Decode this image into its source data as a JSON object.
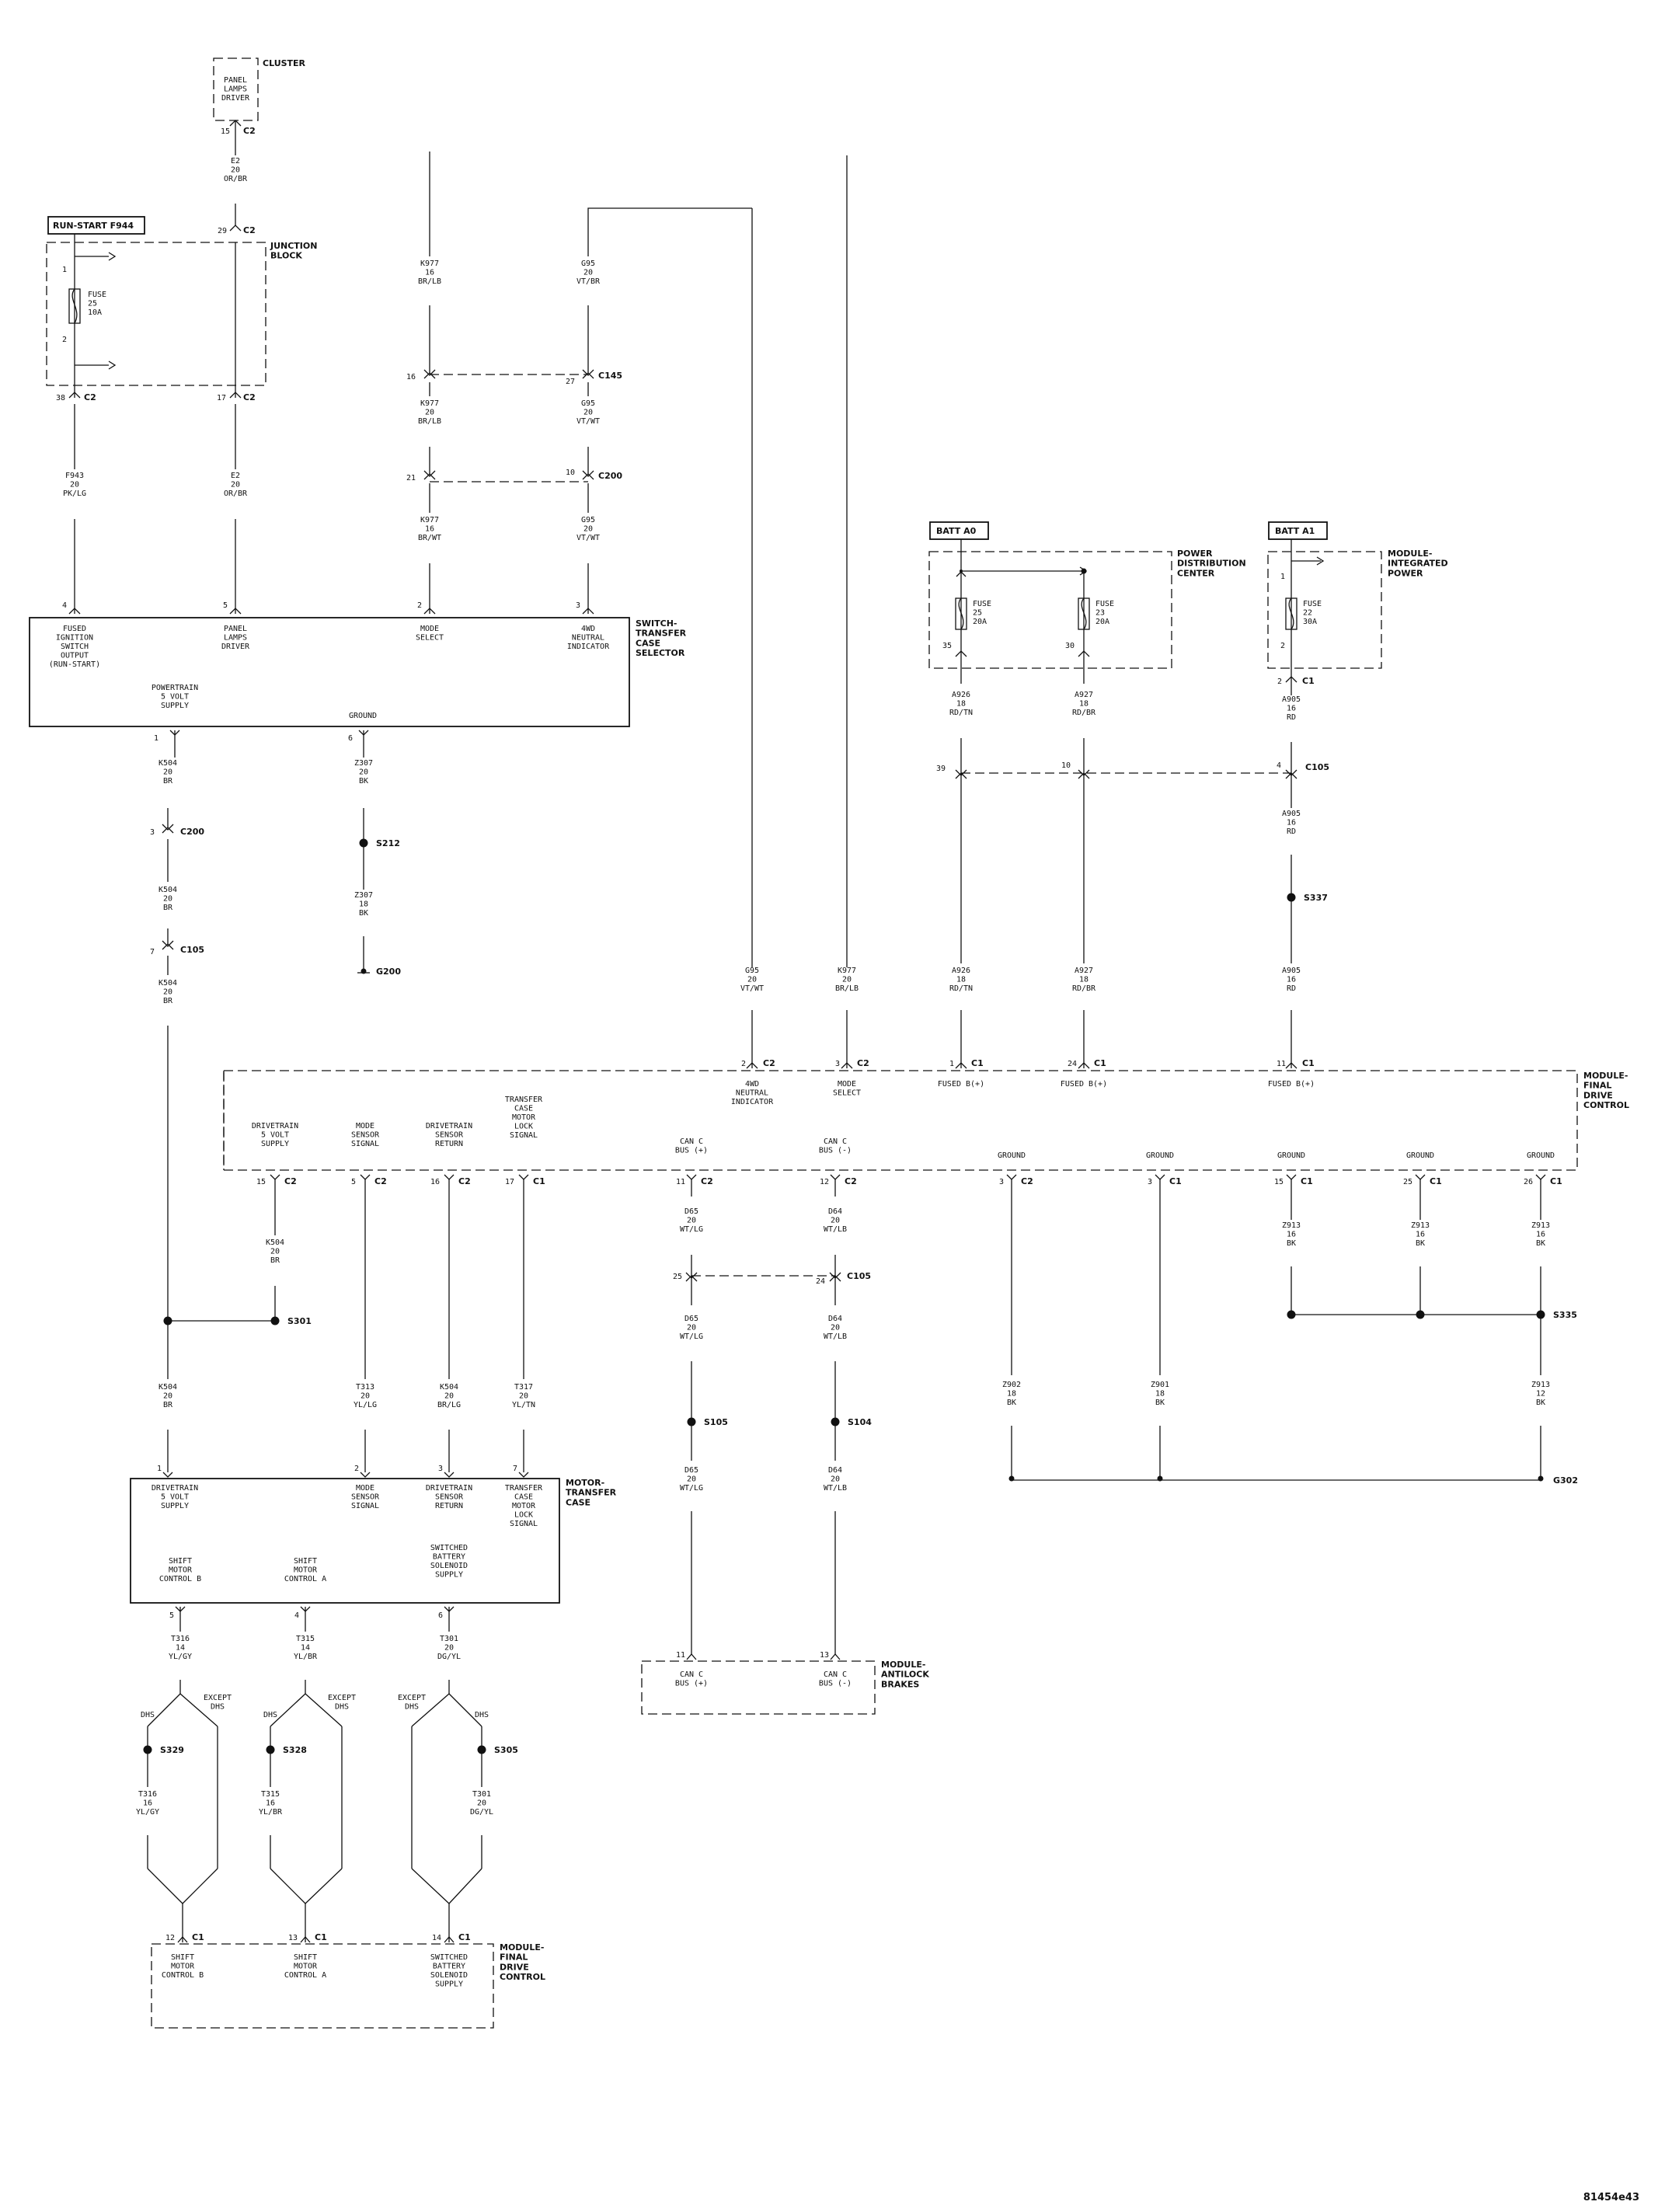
{
  "diagram_id": "81454e43",
  "components": {
    "cluster": {
      "name": "CLUSTER",
      "pin": "PANEL\nLAMPS\nDRIVER"
    },
    "run_start": {
      "name": "RUN-START F944"
    },
    "junction_block": {
      "name": "JUNCTION\nBLOCK",
      "fuse": "FUSE\n25\n10A"
    },
    "batt_a0": {
      "name": "BATT A0"
    },
    "batt_a1": {
      "name": "BATT A1"
    },
    "pdc": {
      "name": "POWER\nDISTRIBUTION\nCENTER",
      "fuse25": "FUSE\n25\n20A",
      "fuse23": "FUSE\n23\n20A"
    },
    "mip": {
      "name": "MODULE-\nINTEGRATED\nPOWER",
      "fuse22": "FUSE\n22\n30A"
    },
    "selector": {
      "name": "SWITCH-\nTRANSFER\nCASE\nSELECTOR",
      "pins": [
        "FUSED\nIGNITION\nSWITCH\nOUTPUT\n(RUN-START)",
        "PANEL\nLAMPS\nDRIVER",
        "MODE\nSELECT",
        "4WD\nNEUTRAL\nINDICATOR",
        "POWERTRAIN\n5 VOLT\nSUPPLY",
        "GROUND"
      ]
    },
    "fdcm_top": {
      "name": "MODULE-\nFINAL\nDRIVE\nCONTROL",
      "top_pins": [
        "4WD\nNEUTRAL\nINDICATOR",
        "MODE\nSELECT",
        "FUSED B(+)",
        "FUSED B(+)",
        "FUSED B(+)"
      ],
      "bottom_pins": [
        "DRIVETRAIN\n5 VOLT\nSUPPLY",
        "MODE\nSENSOR\nSIGNAL",
        "DRIVETRAIN\nSENSOR\nRETURN",
        "TRANSFER\nCASE\nMOTOR\nLOCK\nSIGNAL",
        "CAN C\nBUS (+)",
        "CAN C\nBUS (-)",
        "GROUND",
        "GROUND",
        "GROUND",
        "GROUND",
        "GROUND"
      ]
    },
    "motor": {
      "name": "MOTOR-\nTRANSFER\nCASE",
      "pins": [
        "DRIVETRAIN\n5 VOLT\nSUPPLY",
        "MODE\nSENSOR\nSIGNAL",
        "DRIVETRAIN\nSENSOR\nRETURN",
        "TRANSFER\nCASE\nMOTOR\nLOCK\nSIGNAL",
        "SHIFT\nMOTOR\nCONTROL B",
        "SHIFT\nMOTOR\nCONTROL A",
        "SWITCHED\nBATTERY\nSOLENOID\nSUPPLY"
      ]
    },
    "abs": {
      "name": "MODULE-\nANTILOCK\nBRAKES",
      "pins": [
        "CAN C\nBUS (+)",
        "CAN C\nBUS (-)"
      ]
    },
    "fdcm_bottom": {
      "name": "MODULE-\nFINAL\nDRIVE\nCONTROL",
      "pins": [
        "SHIFT\nMOTOR\nCONTROL B",
        "SHIFT\nMOTOR\nCONTROL A",
        "SWITCHED\nBATTERY\nSOLENOID\nSUPPLY"
      ]
    }
  },
  "connectors": {
    "c2": "C2",
    "c1": "C1",
    "c105": "C105",
    "c200": "C200",
    "c145": "C145",
    "s212": "S212",
    "s337": "S337",
    "s301": "S301",
    "s335": "S335",
    "s105": "S105",
    "s104": "S104",
    "s329": "S329",
    "s328": "S328",
    "s305": "S305",
    "g200": "G200",
    "g302": "G302"
  },
  "pins": {
    "p15": "15",
    "p29": "29",
    "p38": "38",
    "p17": "17",
    "p4": "4",
    "p5": "5",
    "p2": "2",
    "p3": "3",
    "p1": "1",
    "p6": "6",
    "p16": "16",
    "p27": "27",
    "p21": "21",
    "p10": "10",
    "p7": "7",
    "p35": "35",
    "p30": "30",
    "p39": "39",
    "p24": "24",
    "p11": "11",
    "p12": "12",
    "p25": "25",
    "p26": "26",
    "p13": "13",
    "p14": "14"
  },
  "wires": {
    "e2": "E2\n20\nOR/BR",
    "f943": "F943\n20\nPK/LG",
    "k977_1": "K977\n16\nBR/LB",
    "k977_2": "K977\n20\nBR/LB",
    "k977_3": "K977\n16\nBR/WT",
    "g95_1": "G95\n20\nVT/BR",
    "g95_2": "G95\n20\nVT/WT",
    "k504": "K504\n20\nBR",
    "z307": "Z307\n20\nBK",
    "z307b": "Z307\n18\nBK",
    "a926": "A926\n18\nRD/TN",
    "a927": "A927\n18\nRD/BR",
    "a905": "A905\n16\nRD",
    "t313": "T313\n20\nYL/LG",
    "k504b": "K504\n20\nBR/LG",
    "t317": "T317\n20\nYL/TN",
    "d65": "D65\n20\nWT/LG",
    "d64": "D64\n20\nWT/LB",
    "z913": "Z913\n16\nBK",
    "z913b": "Z913\n12\nBK",
    "z902": "Z902\n18\nBK",
    "z901": "Z901\n18\nBK",
    "t316": "T316\n14\nYL/GY",
    "t316b": "T316\n16\nYL/GY",
    "t315": "T315\n14\nYL/BR",
    "t315b": "T315\n16\nYL/BR",
    "t301": "T301\n20\nDG/YL",
    "t301b": "T301\n20\nDG/YL"
  },
  "options": {
    "dhs": "DHS",
    "except_dhs": "EXCEPT\nDHS"
  }
}
